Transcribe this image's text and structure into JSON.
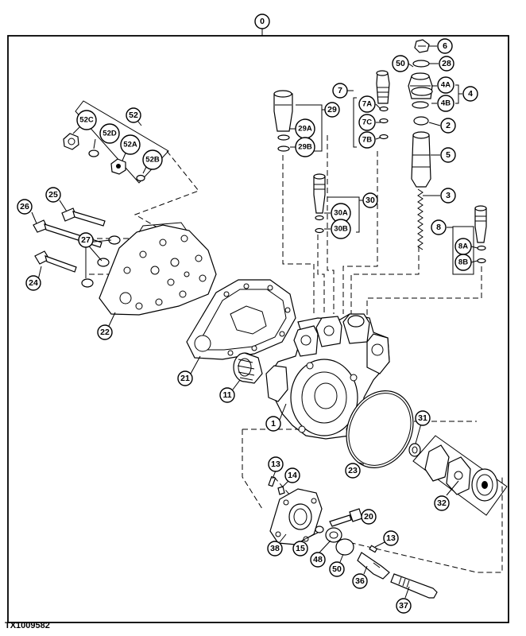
{
  "figure": {
    "code": "TX1009582"
  },
  "callouts": {
    "c0": "0",
    "c6": "6",
    "c28": "28",
    "c50a": "50",
    "c4a": "4A",
    "c4b": "4B",
    "c4": "4",
    "c2": "2",
    "c5": "5",
    "c3": "3",
    "c7": "7",
    "c7a": "7A",
    "c7c": "7C",
    "c7b": "7B",
    "c29": "29",
    "c29a": "29A",
    "c29b": "29B",
    "c30": "30",
    "c30a": "30A",
    "c30b": "30B",
    "c8": "8",
    "c8a": "8A",
    "c8b": "8B",
    "c52": "52",
    "c52c": "52C",
    "c52d": "52D",
    "c52a": "52A",
    "c52b": "52B",
    "c25": "25",
    "c26": "26",
    "c27": "27",
    "c24": "24",
    "c22": "22",
    "c21": "21",
    "c11": "11",
    "c1": "1",
    "c23": "23",
    "c31": "31",
    "c32": "32",
    "c13a": "13",
    "c14": "14",
    "c20": "20",
    "c13b": "13",
    "c38": "38",
    "c15": "15",
    "c48": "48",
    "c50b": "50",
    "c36": "36",
    "c37": "37"
  }
}
